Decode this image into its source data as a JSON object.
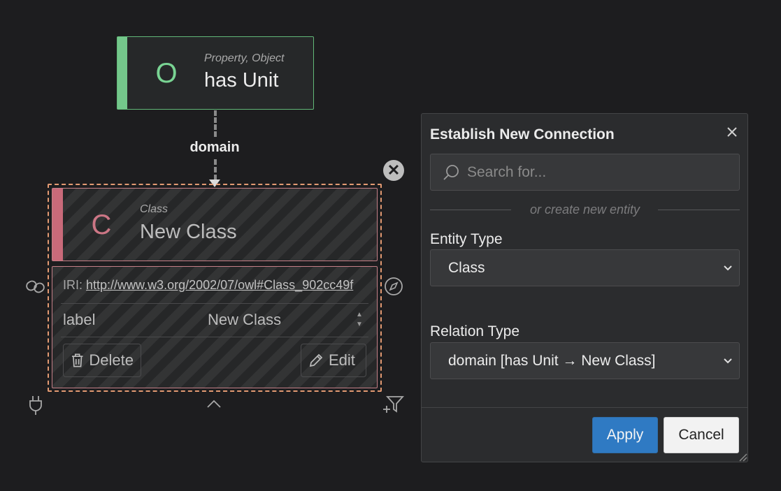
{
  "property_node": {
    "letter": "O",
    "type_label": "Property, Object",
    "name": "has Unit"
  },
  "edge": {
    "label": "domain"
  },
  "class_node": {
    "letter": "C",
    "type_label": "Class",
    "name": "New Class",
    "iri_label": "IRI:",
    "iri": "http://www.w3.org/2002/07/owl#Class_902cc49f",
    "property_key": "label",
    "property_value": "New Class",
    "delete_label": "Delete",
    "edit_label": "Edit"
  },
  "halo": {
    "icons": [
      "link-icon",
      "compass-icon",
      "plug-icon",
      "chevron-up-icon",
      "filter-add-icon",
      "close-icon"
    ]
  },
  "dialog": {
    "title": "Establish New Connection",
    "search_placeholder": "Search for...",
    "divider_text": "or create new entity",
    "entity_type_label": "Entity Type",
    "entity_type_value": "Class",
    "relation_type_label": "Relation Type",
    "relation_type_value": "domain [has Unit → New Class]",
    "apply_label": "Apply",
    "cancel_label": "Cancel"
  },
  "colors": {
    "background": "#1d1d1f",
    "property_accent": "#74c78b",
    "class_accent": "#c96a7a",
    "selection_outline": "#e39a72",
    "primary_button": "#2f7ac3"
  }
}
